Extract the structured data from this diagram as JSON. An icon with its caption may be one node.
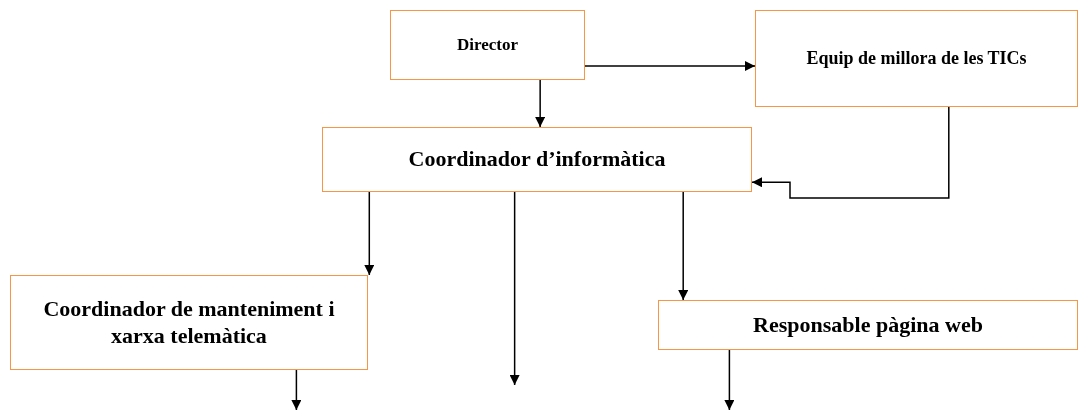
{
  "diagram": {
    "nodes": [
      {
        "text": [
          "Director"
        ]
      },
      {
        "text": [
          "Equip de millora de les TICs"
        ]
      },
      {
        "text": [
          "Coordinador d’informàtica"
        ]
      },
      {
        "text": [
          "Coordinador de manteniment i xarxa telemàtica"
        ]
      },
      {
        "text": [
          "Responsable pàgina web"
        ]
      }
    ],
    "edges": [
      {
        "from": 0,
        "to": 1,
        "arrow": "to"
      },
      {
        "from": 0,
        "to": 2,
        "arrow": "to"
      },
      {
        "from": 1,
        "to": 2,
        "arrow": "to"
      },
      {
        "from": 2,
        "to": 3,
        "arrow": "to"
      },
      {
        "from": 2,
        "to": null,
        "arrow": "to"
      },
      {
        "from": 2,
        "to": 4,
        "arrow": "to"
      },
      {
        "from": 3,
        "to": null,
        "arrow": "to"
      },
      {
        "from": 4,
        "to": null,
        "arrow": "to"
      }
    ]
  }
}
